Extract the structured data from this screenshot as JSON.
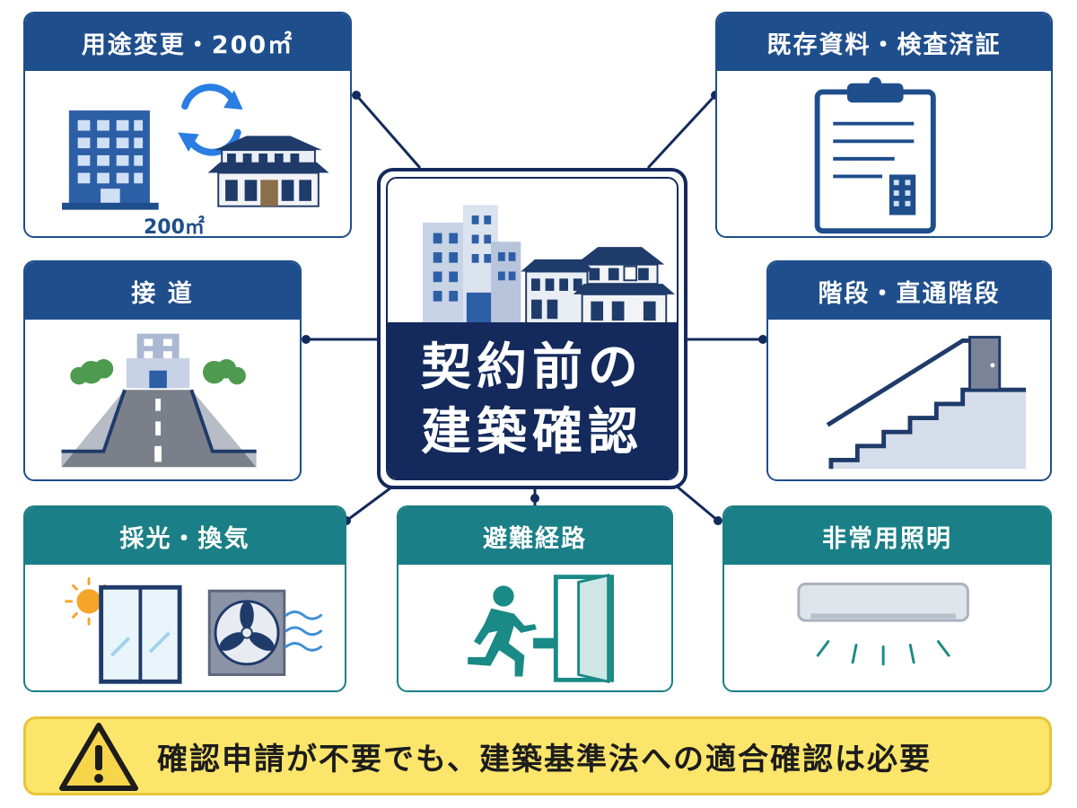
{
  "center": {
    "title_line1": "契約前の",
    "title_line2": "建築確認"
  },
  "cards": {
    "use_change": {
      "title": "用途変更・200㎡",
      "area_label": "200㎡"
    },
    "existing_docs": {
      "title": "既存資料・検査済証"
    },
    "road_access": {
      "title": "接 道"
    },
    "stairs": {
      "title": "階段・直通階段"
    },
    "light_ventilation": {
      "title": "採光・換気"
    },
    "evacuation_route": {
      "title": "避難経路"
    },
    "emergency_lighting": {
      "title": "非常用照明"
    }
  },
  "warning": {
    "text": "確認申請が不要でも、建築基準法への適合確認は必要"
  },
  "colors": {
    "navy": "#142a5c",
    "blue": "#1f4e8c",
    "teal": "#1a7f86",
    "warning_bg": "#fbe56a"
  },
  "icons": [
    "building-icon",
    "rotate-arrows-icon",
    "japanese-house-icon",
    "clipboard-icon",
    "road-icon",
    "stairs-icon",
    "door-icon",
    "sun-icon",
    "window-icon",
    "ventilation-fan-icon",
    "running-person-icon",
    "exit-arrow-icon",
    "emergency-light-icon",
    "warning-icon"
  ]
}
